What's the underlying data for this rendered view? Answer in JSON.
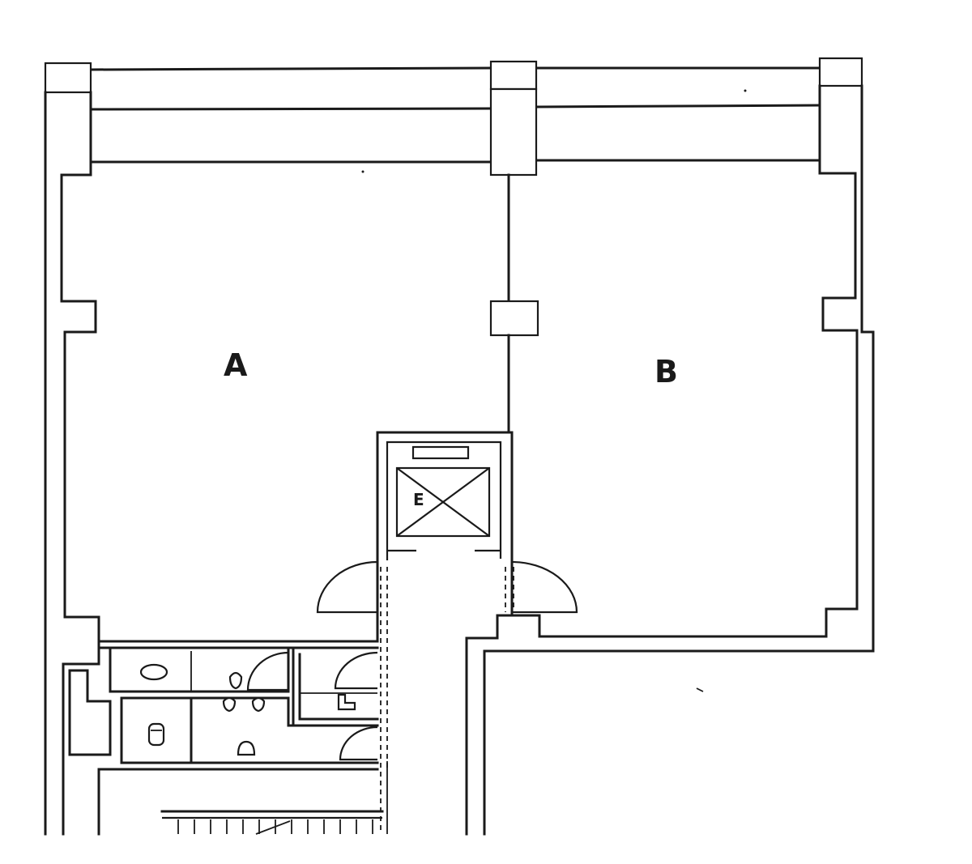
{
  "rooms": {
    "a": {
      "label": "A"
    },
    "b": {
      "label": "B"
    }
  },
  "elevator": {
    "label": "E"
  },
  "colors": {
    "ink": "#1a1a1a",
    "paper": "#ffffff"
  }
}
